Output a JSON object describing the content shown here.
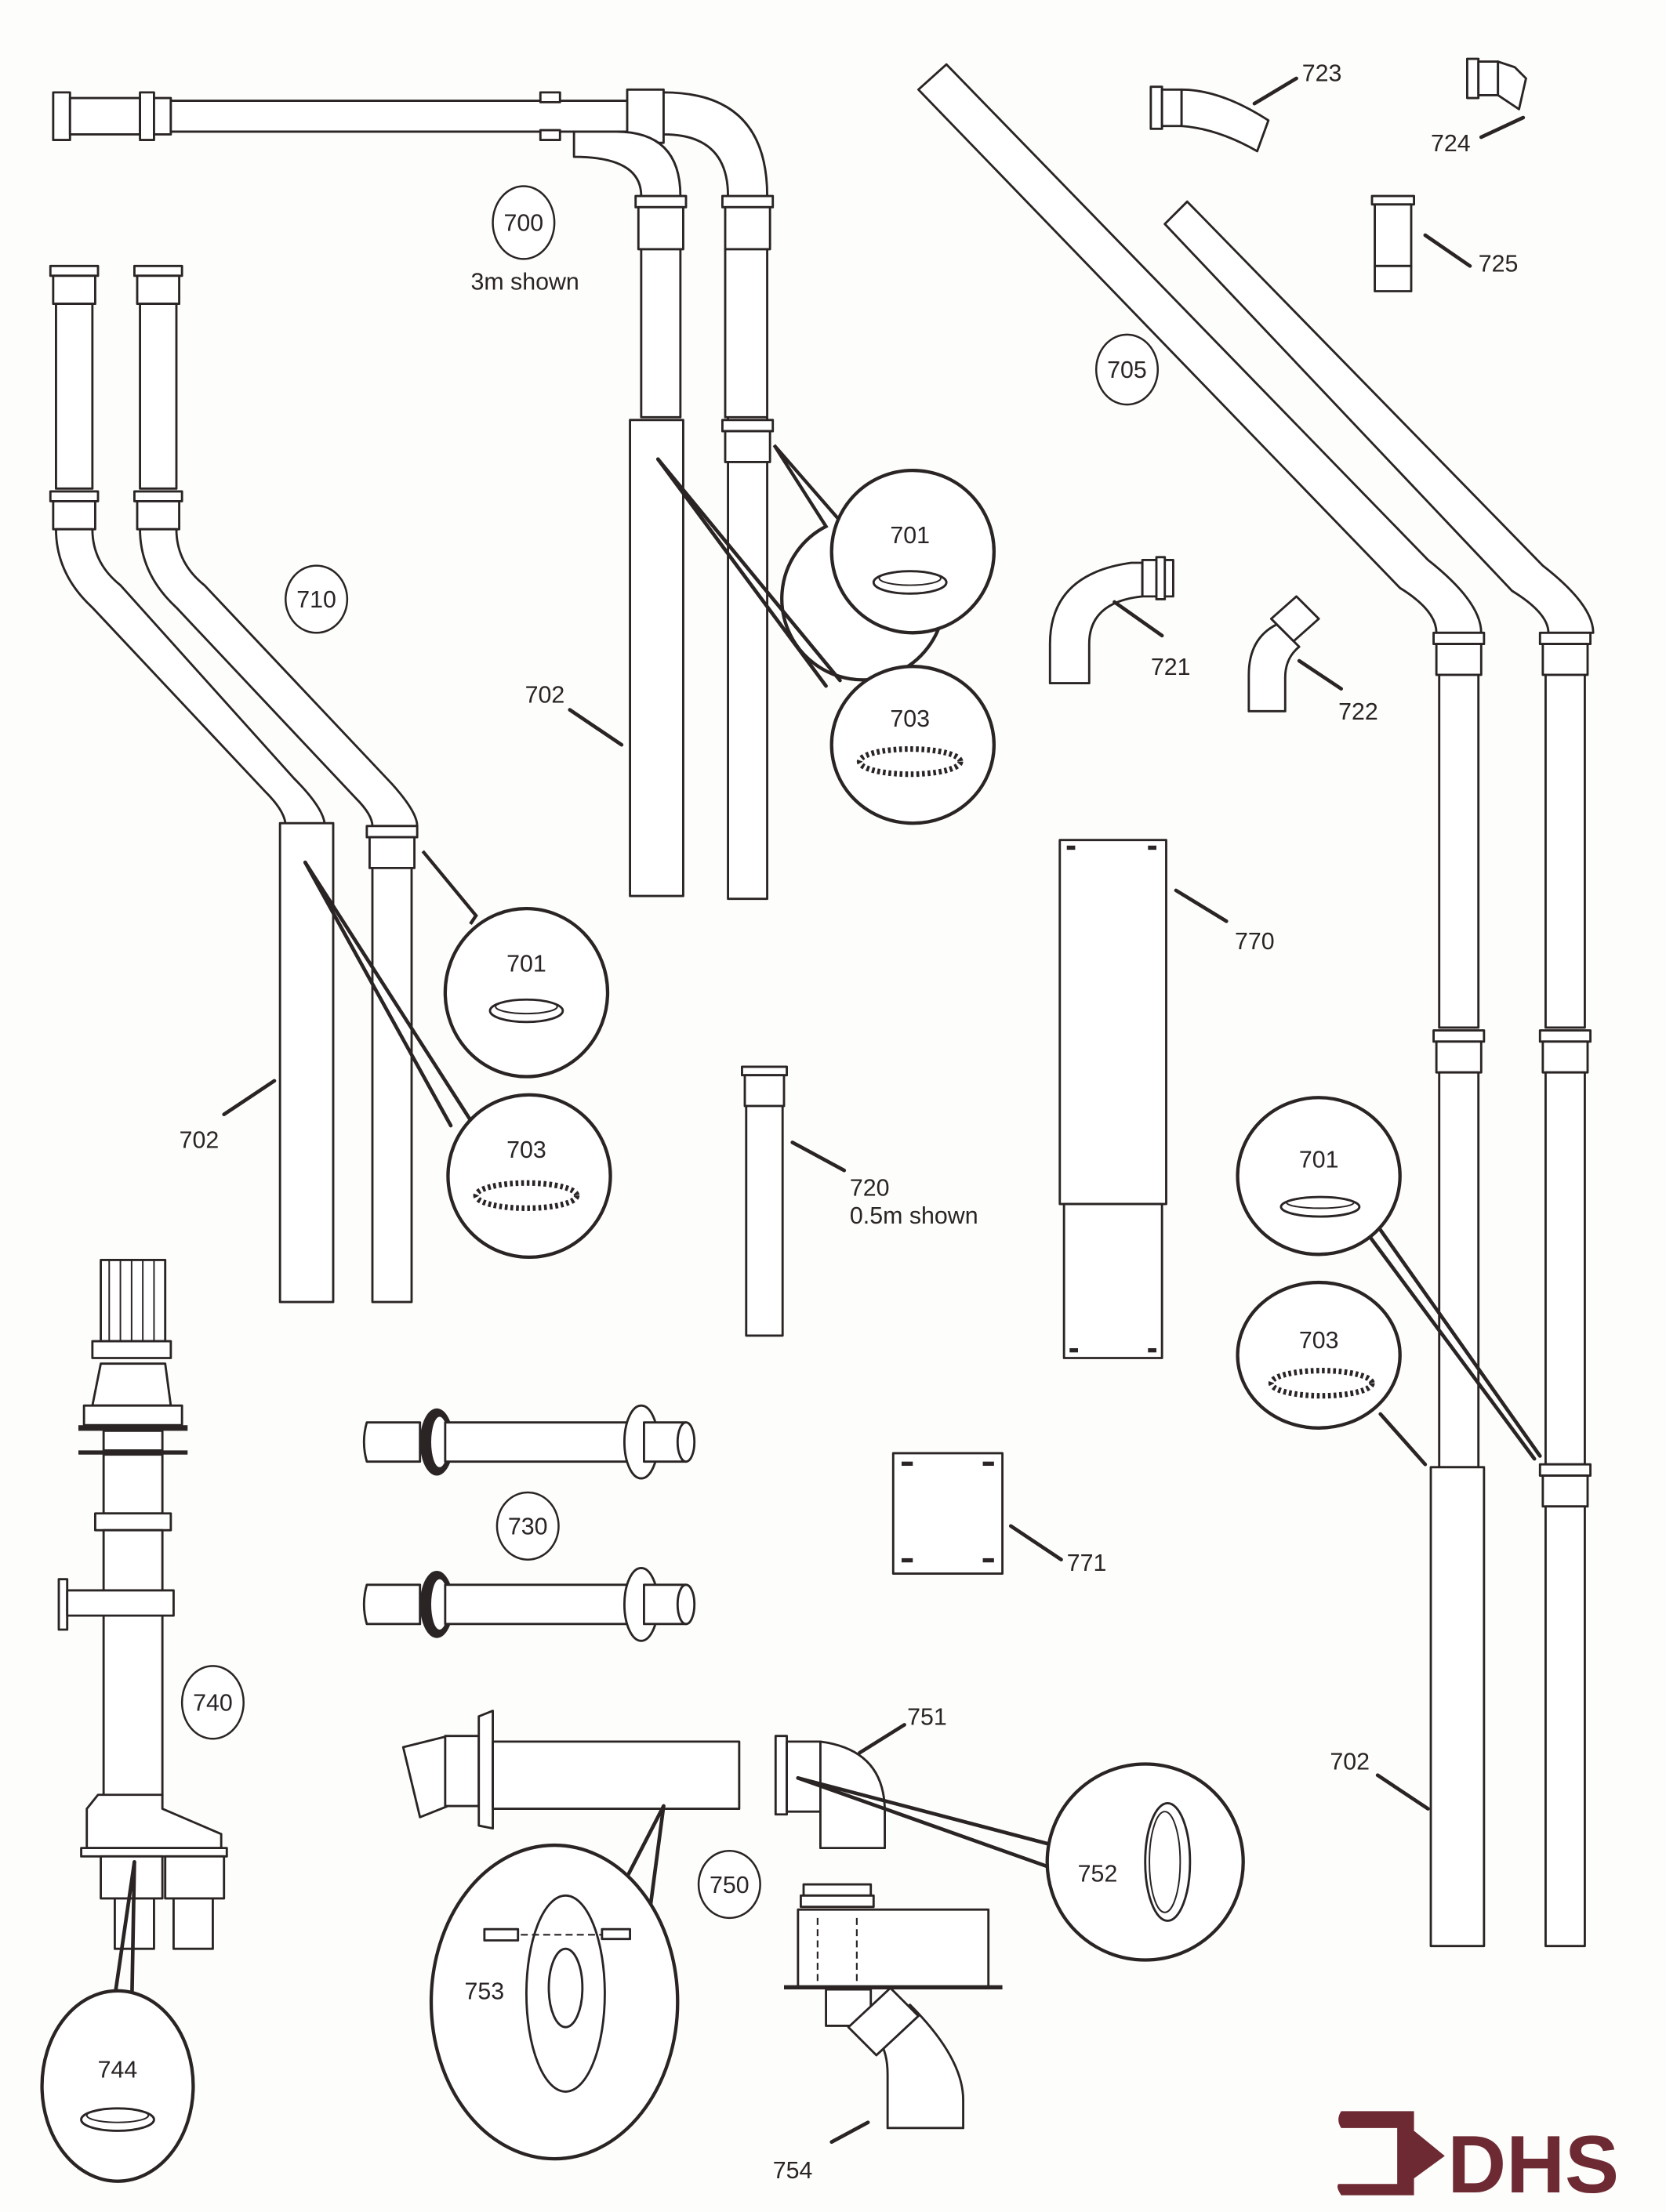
{
  "title": "Flue system spare parts diagram",
  "brand": {
    "name": "DHS",
    "color": "#6e2a33"
  },
  "ink_color": "#2a2424",
  "parts": {
    "p700": {
      "id": "700",
      "note": "3m shown"
    },
    "p701": {
      "id": "701"
    },
    "p702": {
      "id": "702"
    },
    "p703": {
      "id": "703"
    },
    "p705": {
      "id": "705"
    },
    "p710": {
      "id": "710"
    },
    "p720": {
      "id": "720",
      "note": "0.5m shown"
    },
    "p721": {
      "id": "721"
    },
    "p722": {
      "id": "722"
    },
    "p723": {
      "id": "723"
    },
    "p724": {
      "id": "724"
    },
    "p725": {
      "id": "725"
    },
    "p730": {
      "id": "730"
    },
    "p740": {
      "id": "740"
    },
    "p744": {
      "id": "744"
    },
    "p750": {
      "id": "750"
    },
    "p751": {
      "id": "751"
    },
    "p752": {
      "id": "752"
    },
    "p753": {
      "id": "753"
    },
    "p754": {
      "id": "754"
    },
    "p770": {
      "id": "770"
    },
    "p771": {
      "id": "771"
    }
  }
}
